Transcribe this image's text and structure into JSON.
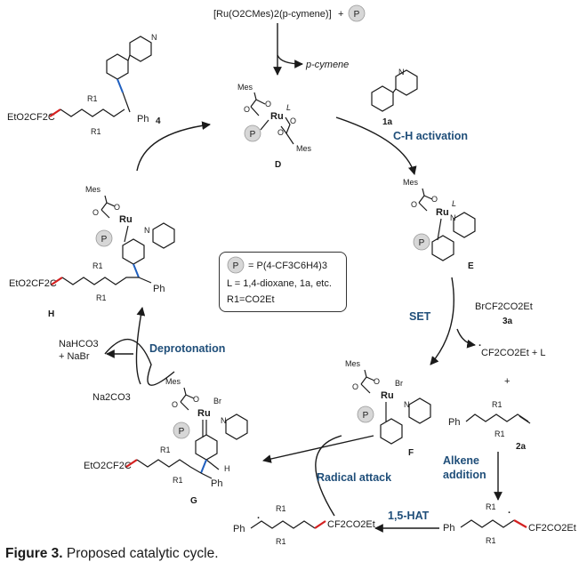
{
  "precatalyst": "[Ru(O2CMes)2(p-cymene)]",
  "plus": "+",
  "p_label": "P",
  "byproduct_pcymene": "p-cymene",
  "compounds": {
    "D": "D",
    "E": "E",
    "F": "F",
    "G": "G",
    "H": "H",
    "4": "4",
    "1a": "1a",
    "3a": "3a",
    "2a": "2a"
  },
  "steps": {
    "ch_activation": "C-H activation",
    "set": "SET",
    "alkene_addition_1": "Alkene",
    "alkene_addition_2": "addition",
    "hat": "1,5-HAT",
    "radical_attack": "Radical attack",
    "deprotonation": "Deprotonation"
  },
  "reagents": {
    "brcf2": "BrCF2CO2Et",
    "cf2_radical": "CF2CO2Et + L",
    "plus": "+",
    "nahco3": "NaHCO3",
    "nabr": "+ NaBr",
    "na2co3": "Na2CO3"
  },
  "legend": {
    "p_def": "= P(4-CF3C6H4)3",
    "l_def": "L = 1,4-dioxane, 1a, etc.",
    "r_def": "R1=CO2Et"
  },
  "labels": {
    "mes": "Mes",
    "ru": "Ru",
    "o": "O",
    "l": "L",
    "n": "N",
    "br": "Br",
    "ph": "Ph",
    "h": "H",
    "r1": "R1",
    "etoc": "EtO2CF2C",
    "cf2co2et": "CF2CO2Et"
  },
  "caption_bold": "Figure 3.",
  "caption_text": "Proposed catalytic cycle."
}
